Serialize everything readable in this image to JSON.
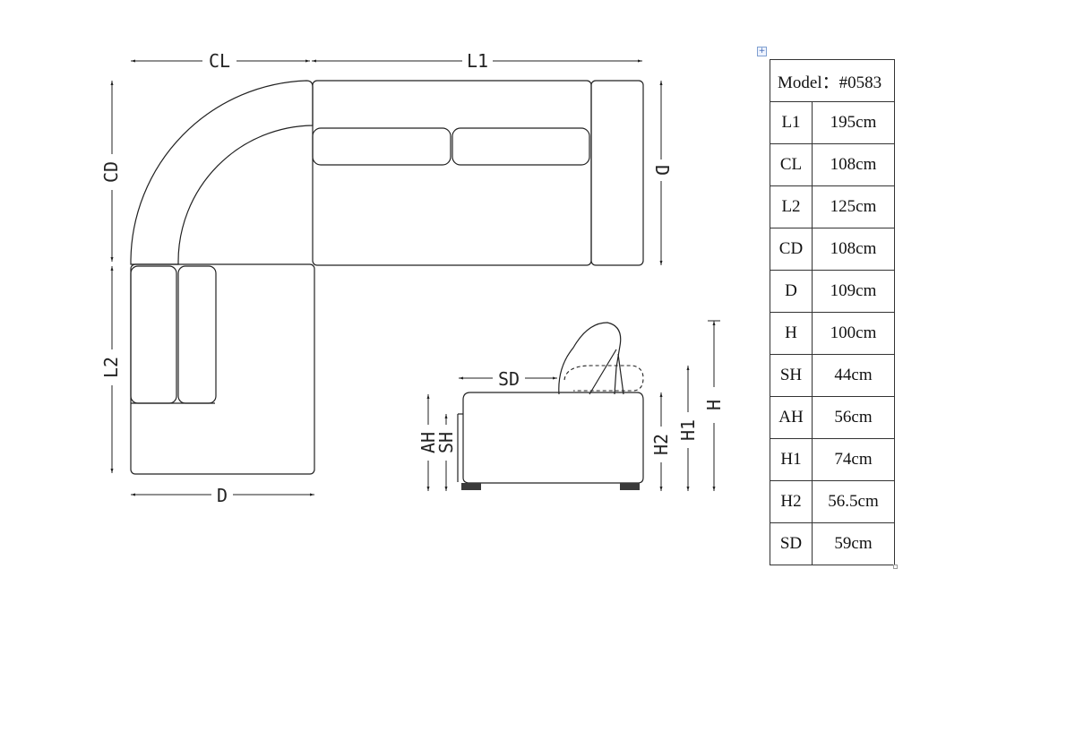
{
  "drawing": {
    "top_view": {
      "labels": {
        "cl": "CL",
        "l1": "L1",
        "cd": "CD",
        "d_right": "D",
        "l2": "L2",
        "d_bottom": "D"
      }
    },
    "side_view": {
      "labels": {
        "sd": "SD",
        "ah": "AH",
        "sh": "SH",
        "h2": "H2",
        "h1": "H1",
        "h": "H"
      }
    }
  },
  "spec_table": {
    "model_label": "Model：#0583",
    "rows": [
      {
        "key": "L1",
        "value": "195cm"
      },
      {
        "key": "CL",
        "value": "108cm"
      },
      {
        "key": "L2",
        "value": "125cm"
      },
      {
        "key": "CD",
        "value": "108cm"
      },
      {
        "key": "D",
        "value": "109cm"
      },
      {
        "key": "H",
        "value": "100cm"
      },
      {
        "key": "SH",
        "value": "44cm"
      },
      {
        "key": "AH",
        "value": "56cm"
      },
      {
        "key": "H1",
        "value": "74cm"
      },
      {
        "key": "H2",
        "value": "56.5cm"
      },
      {
        "key": "SD",
        "value": "59cm"
      }
    ]
  },
  "editor": {
    "table_move_handle_icon": "move-cross-icon"
  }
}
